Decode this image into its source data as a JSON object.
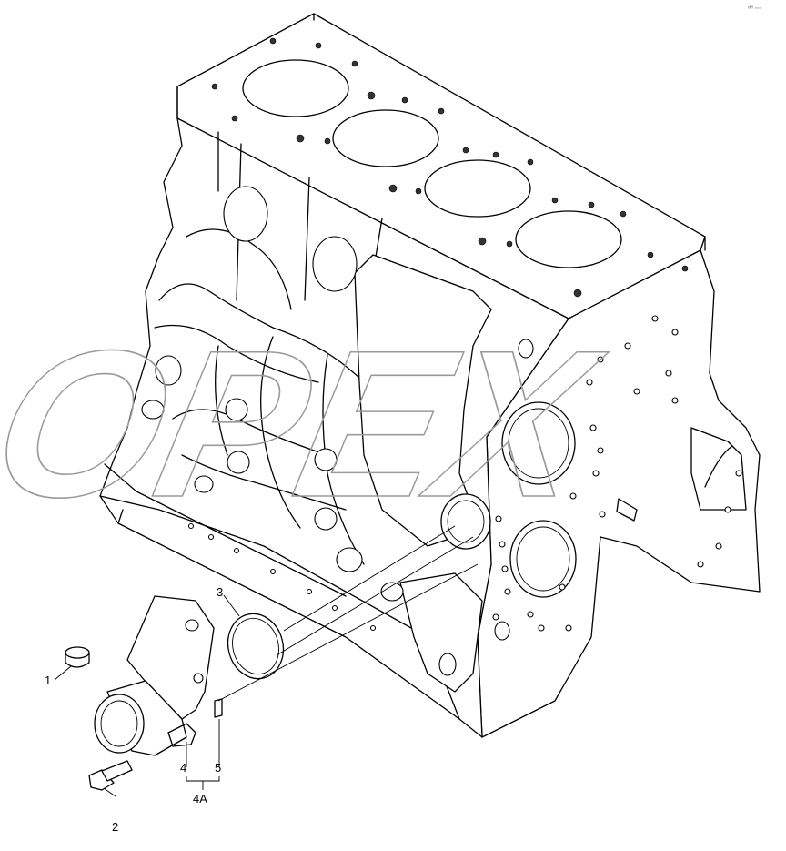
{
  "diagram": {
    "watermark": "OPEX",
    "corner_mark": "ⁿᴴ ◦◦◦",
    "callouts": [
      {
        "id": "c1",
        "label": "1"
      },
      {
        "id": "c2",
        "label": "2"
      },
      {
        "id": "c3",
        "label": "3"
      },
      {
        "id": "c4",
        "label": "4"
      },
      {
        "id": "c5",
        "label": "5"
      },
      {
        "id": "c4a",
        "label": "4A"
      }
    ]
  }
}
